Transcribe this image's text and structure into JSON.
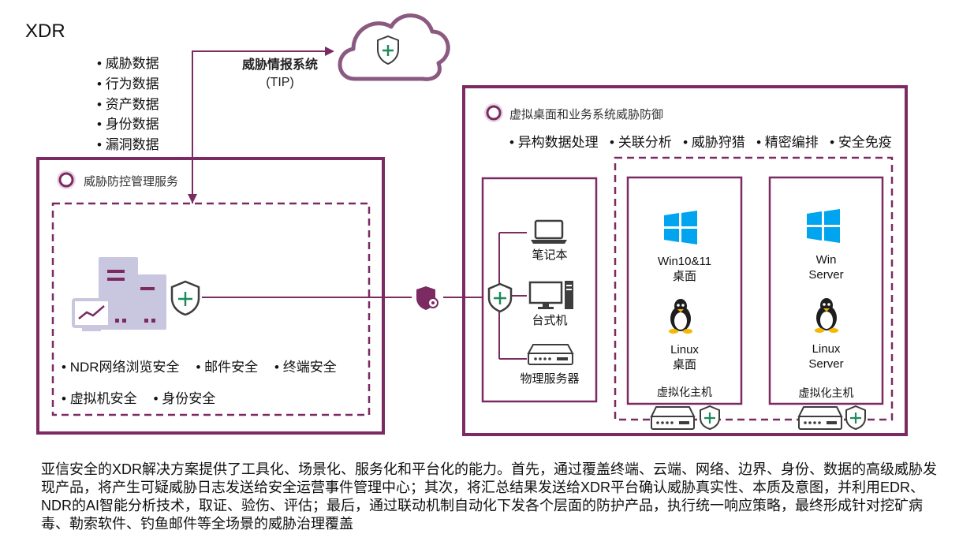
{
  "title": "XDR",
  "data_types": [
    "威胁数据",
    "行为数据",
    "资产数据",
    "身份数据",
    "漏洞数据"
  ],
  "tip": {
    "line1": "威胁情报系统",
    "line2": "(TIP)"
  },
  "left_panel": {
    "title": "威胁防控管理服务",
    "features_row1": [
      "NDR网络浏览安全",
      "邮件安全",
      "终端安全"
    ],
    "features_row2": [
      "虚拟机安全",
      "身份安全"
    ]
  },
  "right_panel": {
    "title": "虚拟桌面和业务系统威胁防御",
    "features": [
      "异构数据处理",
      "关联分析",
      "威胁狩猎",
      "精密编排",
      "安全免疫"
    ],
    "devices": [
      {
        "label": "笔记本",
        "icon": "laptop-icon"
      },
      {
        "label": "台式机",
        "icon": "desktop-icon"
      },
      {
        "label": "物理服务器",
        "icon": "server-icon"
      }
    ],
    "hosts": [
      {
        "win_line1": "Win10&11",
        "win_line2": "桌面",
        "linux_line1": "Linux",
        "linux_line2": "桌面",
        "footer": "虚拟化主机"
      },
      {
        "win_line1": "Win",
        "win_line2": "Server",
        "linux_line1": "Linux",
        "linux_line2": "Server",
        "footer": "虚拟化主机"
      }
    ]
  },
  "description": "亚信安全的XDR解决方案提供了工具化、场景化、服务化和平台化的能力。首先，通过覆盖终端、云端、网络、边界、身份、数据的高级威胁发现产品，将产生可疑威胁日志发送给安全运营事件管理中心；其次，将汇总结果发送给XDR平台确认威胁真实性、本质及意图，并利用EDR、NDR的AI智能分析技术，取证、验伤、评估；最后，通过联动机制自动化下发各个层面的防护产品，执行统一响应策略，最终形成针对挖矿病毒、勒索软件、钓鱼邮件等全场景的威胁治理覆盖",
  "colors": {
    "frame": "#7b2a62",
    "cloud": "#8a5a80",
    "shield": "#3d3d3d",
    "plus": "#1f8a5c",
    "server": "#c9c6e0",
    "windows": "#00a4ef"
  }
}
